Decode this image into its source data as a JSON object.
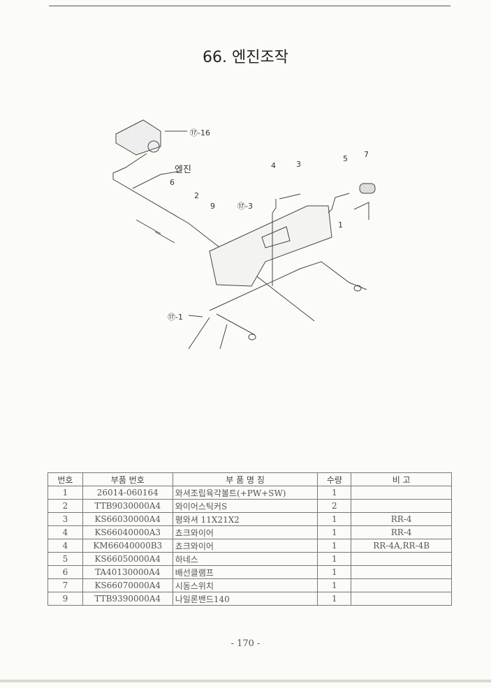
{
  "page": {
    "title": "66. 엔진조작",
    "page_number": "- 170 -"
  },
  "diagram": {
    "callouts": {
      "c71_16": "⑰-16",
      "engine": "엔진",
      "p6": "6",
      "p2": "2",
      "p9": "9",
      "p4": "4",
      "p3": "3",
      "p5": "5",
      "p7": "7",
      "c57_3": "⑰-3",
      "p1": "1",
      "c57_1": "⑰-1"
    }
  },
  "parts_table": {
    "headers": [
      "번호",
      "부품 번호",
      "부 품 명 칭",
      "수량",
      "비  고"
    ],
    "rows": [
      [
        "1",
        "26014-060164",
        "와셔조립육각볼트(+PW+SW)",
        "1",
        ""
      ],
      [
        "2",
        "TTB9030000A4",
        "와이어스틱커S",
        "2",
        ""
      ],
      [
        "3",
        "KS66030000A4",
        "평와셔 11X21X2",
        "1",
        "RR-4"
      ],
      [
        "4",
        "KS66040000A3",
        "쵸크와이어",
        "1",
        "RR-4"
      ],
      [
        "4",
        "KM66040000B3",
        "쵸크와이어",
        "1",
        "RR-4A,RR-4B"
      ],
      [
        "5",
        "KS66050000A4",
        "하네스",
        "1",
        ""
      ],
      [
        "6",
        "TA40130000A4",
        "배선클램프",
        "1",
        ""
      ],
      [
        "7",
        "KS66070000A4",
        "시동스위치",
        "1",
        ""
      ],
      [
        "9",
        "TTB9390000A4",
        "나일론밴드140",
        "1",
        ""
      ]
    ]
  }
}
